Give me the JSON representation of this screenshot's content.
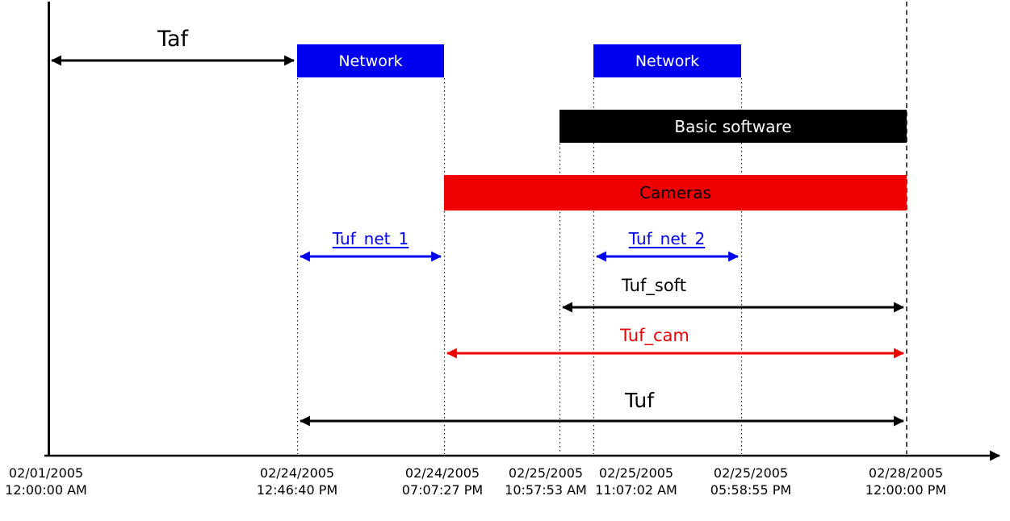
{
  "colors": {
    "blue": "#0000ee",
    "red": "#ee0000",
    "black": "#000000"
  },
  "boxes": {
    "network1": {
      "label": "Network"
    },
    "network2": {
      "label": "Network"
    },
    "basic_software": {
      "label": "Basic software"
    },
    "cameras": {
      "label": "Cameras"
    }
  },
  "spans": {
    "taf": {
      "label": "Taf"
    },
    "tuf_net_1": {
      "label": "Tuf_net_1"
    },
    "tuf_net_2": {
      "label": "Tuf_net_2"
    },
    "tuf_soft": {
      "label": "Tuf_soft"
    },
    "tuf_cam": {
      "label": "Tuf_cam"
    },
    "tuf": {
      "label": "Tuf"
    }
  },
  "axis": {
    "ticks": [
      {
        "date": "02/01/2005",
        "time": "12:00:00 AM"
      },
      {
        "date": "02/24/2005",
        "time": "12:46:40 PM"
      },
      {
        "date": "02/24/2005",
        "time": "07:07:27 PM"
      },
      {
        "date": "02/25/2005",
        "time": "10:57:53 AM"
      },
      {
        "date": "02/25/2005",
        "time": "11:07:02 AM"
      },
      {
        "date": "02/25/2005",
        "time": "05:58:55 PM"
      },
      {
        "date": "02/28/2005",
        "time": "12:00:00 PM"
      }
    ]
  },
  "chart_data": {
    "type": "gantt",
    "title": "",
    "x_axis": {
      "label": "",
      "ticks": [
        "02/01/2005 12:00:00 AM",
        "02/24/2005 12:46:40 PM",
        "02/24/2005 07:07:27 PM",
        "02/25/2005 10:57:53 AM",
        "02/25/2005 11:07:02 AM",
        "02/25/2005 05:58:55 PM",
        "02/28/2005 12:00:00 PM"
      ],
      "scale_note": "event-spaced axis, not linear in time; dotted gridlines at each event, dashed line at final date"
    },
    "bars": [
      {
        "name": "Network",
        "start": "02/24/2005 12:46:40 PM",
        "end": "02/24/2005 07:07:27 PM",
        "color": "#0000ee",
        "text_color": "#ffffff"
      },
      {
        "name": "Network",
        "start": "02/25/2005 11:07:02 AM",
        "end": "02/25/2005 05:58:55 PM",
        "color": "#0000ee",
        "text_color": "#ffffff"
      },
      {
        "name": "Basic software",
        "start": "02/25/2005 10:57:53 AM",
        "end": "02/28/2005 12:00:00 PM",
        "color": "#000000",
        "text_color": "#ffffff"
      },
      {
        "name": "Cameras",
        "start": "02/24/2005 07:07:27 PM",
        "end": "02/28/2005 12:00:00 PM",
        "color": "#ee0000",
        "text_color": "#000000"
      }
    ],
    "duration_arrows": [
      {
        "name": "Taf",
        "start": "02/01/2005 12:00:00 AM",
        "end": "02/24/2005 12:46:40 PM",
        "color": "#000000"
      },
      {
        "name": "Tuf_net_1",
        "start": "02/24/2005 12:46:40 PM",
        "end": "02/24/2005 07:07:27 PM",
        "color": "#0000ee"
      },
      {
        "name": "Tuf_net_2",
        "start": "02/25/2005 11:07:02 AM",
        "end": "02/25/2005 05:58:55 PM",
        "color": "#0000ee"
      },
      {
        "name": "Tuf_soft",
        "start": "02/25/2005 10:57:53 AM",
        "end": "02/28/2005 12:00:00 PM",
        "color": "#000000"
      },
      {
        "name": "Tuf_cam",
        "start": "02/24/2005 07:07:27 PM",
        "end": "02/28/2005 12:00:00 PM",
        "color": "#ee0000"
      },
      {
        "name": "Tuf",
        "start": "02/24/2005 12:46:40 PM",
        "end": "02/28/2005 12:00:00 PM",
        "color": "#000000"
      }
    ],
    "legend_position": "none",
    "grid": true
  }
}
